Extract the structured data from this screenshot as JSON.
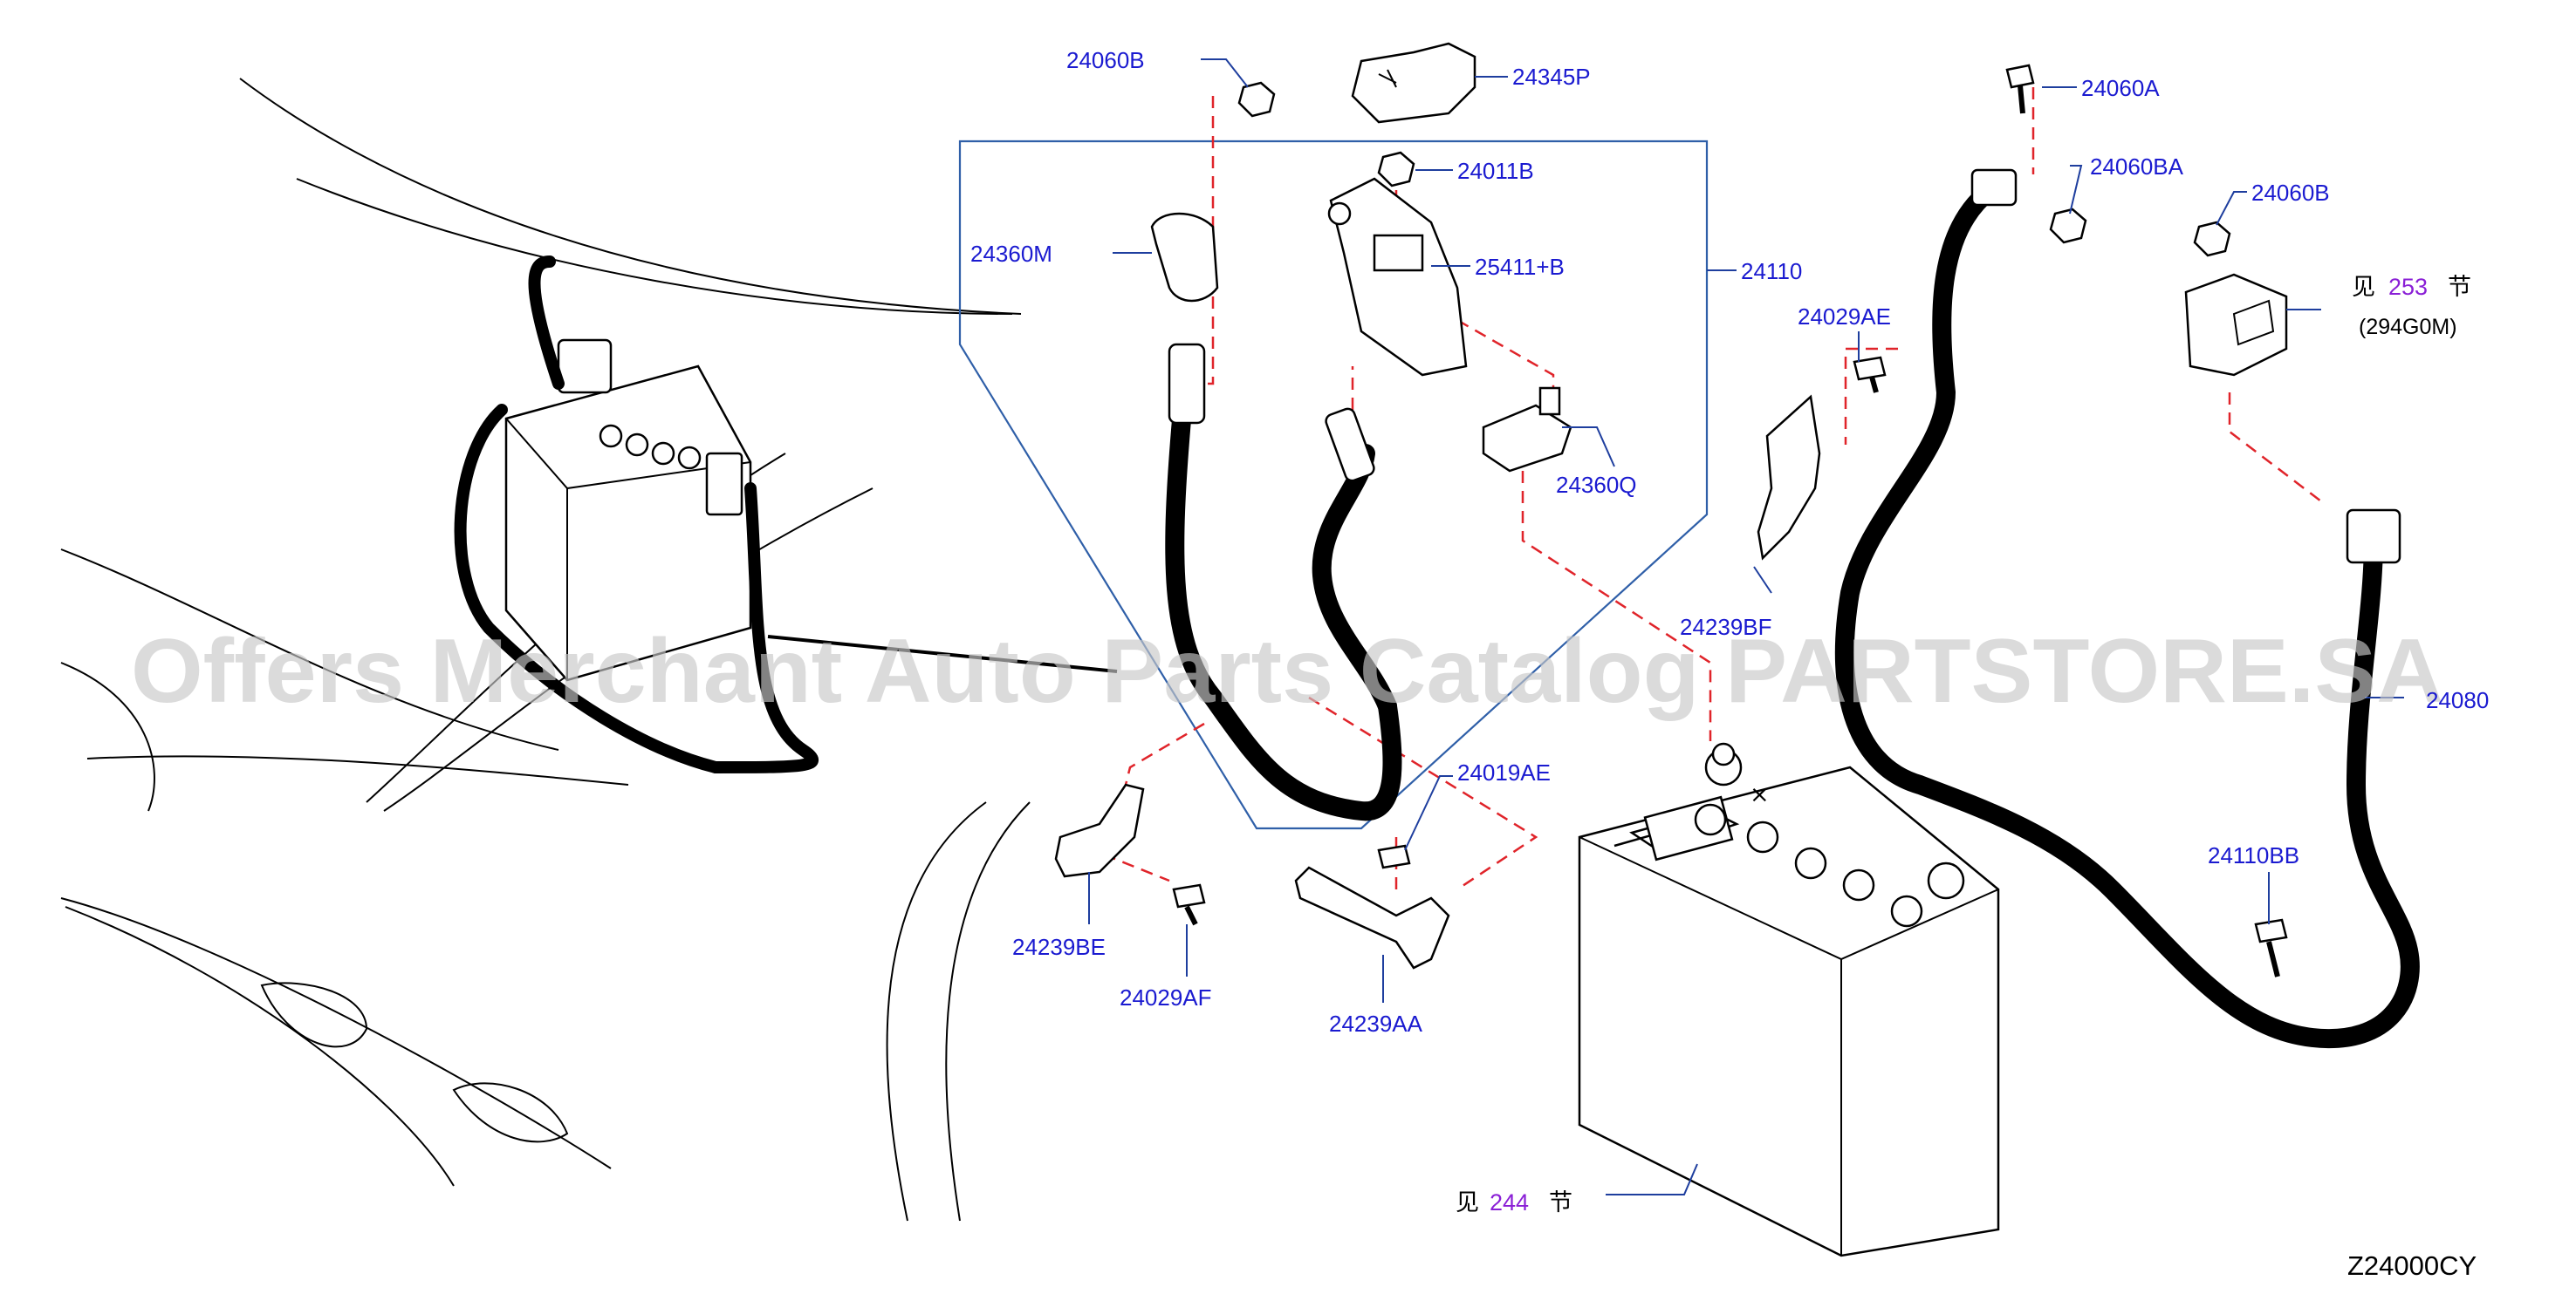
{
  "diagram": {
    "labels": {
      "p24060B_top": "24060B",
      "p24345P": "24345P",
      "p24060A": "24060A",
      "p24060BA": "24060BA",
      "p24060B_right": "24060B",
      "p24011B": "24011B",
      "p24360M": "24360M",
      "p25411B": "25411+B",
      "p24110": "24110",
      "p24029AE": "24029AE",
      "p24360Q": "24360Q",
      "p24239BF": "24239BF",
      "p24080": "24080",
      "p24019AE": "24019AE",
      "p24239BE": "24239BE",
      "p24029AF": "24029AF",
      "p24239AA": "24239AA",
      "p24110BB": "24110BB",
      "p294G0M": "(294G0M)"
    },
    "see_sections": {
      "right": {
        "prefix": "见",
        "number": "253",
        "suffix": "节"
      },
      "bottom": {
        "prefix": "见",
        "number": "244",
        "suffix": "节"
      }
    },
    "diagram_code": "Z24000CY",
    "watermark": "Offers Merchant Auto Parts Catalog PARTSTORE.SA",
    "colors": {
      "part_number": "#1a1ad0",
      "section_number": "#8a1fd6",
      "dashed_line": "#e0242a",
      "group_outline": "#2f5fa8"
    }
  }
}
